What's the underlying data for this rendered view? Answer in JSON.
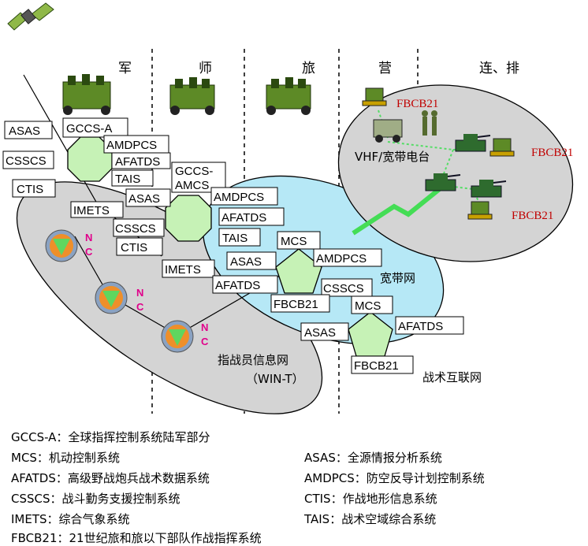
{
  "levels": {
    "army": "军",
    "division": "师",
    "brigade": "旅",
    "battalion": "营",
    "company": "连、排"
  },
  "army_systems": {
    "gccs": "GCCS-A",
    "amdpcs": "AMDPCS",
    "afatds": "AFATDS",
    "tais": "TAIS",
    "asas": "ASAS",
    "asas_left": "ASAS",
    "cssc": "CSSCS",
    "ctis": "CTIS",
    "imets": "IMETS"
  },
  "division_systems": {
    "gccs": "GCCS-",
    "amcs": "AMCS",
    "amdpcs": "AMDPCS",
    "afatds": "AFATDS",
    "tais": "TAIS",
    "cssc": "CSSCS",
    "ctis": "CTIS",
    "imets": "IMETS",
    "asas": "ASAS",
    "afatds2": "AFATDS"
  },
  "brigade_systems": {
    "mcs": "MCS",
    "amdpcs": "AMDPCS",
    "cssc": "CSSCS",
    "fbcb2": "FBCB21"
  },
  "battalion_systems": {
    "mcs": "MCS",
    "asas": "ASAS",
    "afatds": "AFATDS",
    "fbcb2": "FBCB21"
  },
  "company": {
    "fbcb2_a": "FBCB21",
    "fbcb2_b": "FBCB21",
    "fbcb2_c": "FBCB21",
    "vhf": "VHF/宽带电台"
  },
  "nc_label": "N C",
  "networks": {
    "wide": "宽带网",
    "wint_1": "指战员信息网",
    "wint_2": "（WIN-T）",
    "tactical": "战术互联网"
  },
  "legend": {
    "gccs": "GCCS-A：全球指挥控制系统陆军部分",
    "mcs": "MCS：机动控制系统",
    "asas": "ASAS：全源情报分析系统",
    "afatds": "AFATDS：高级野战炮兵战术数据系统",
    "amdpcs": "AMDPCS：防空反导计划控制系统",
    "csscs": "CSSCS：战斗勤务支援控制系统",
    "ctis": "CTIS：作战地形信息系统",
    "imets": "IMETS：综合气象系统",
    "tais": "TAIS：战术空域综合系统",
    "fbcb2": "FBCB21：21世纪旅和旅以下部队作战指挥系统"
  }
}
